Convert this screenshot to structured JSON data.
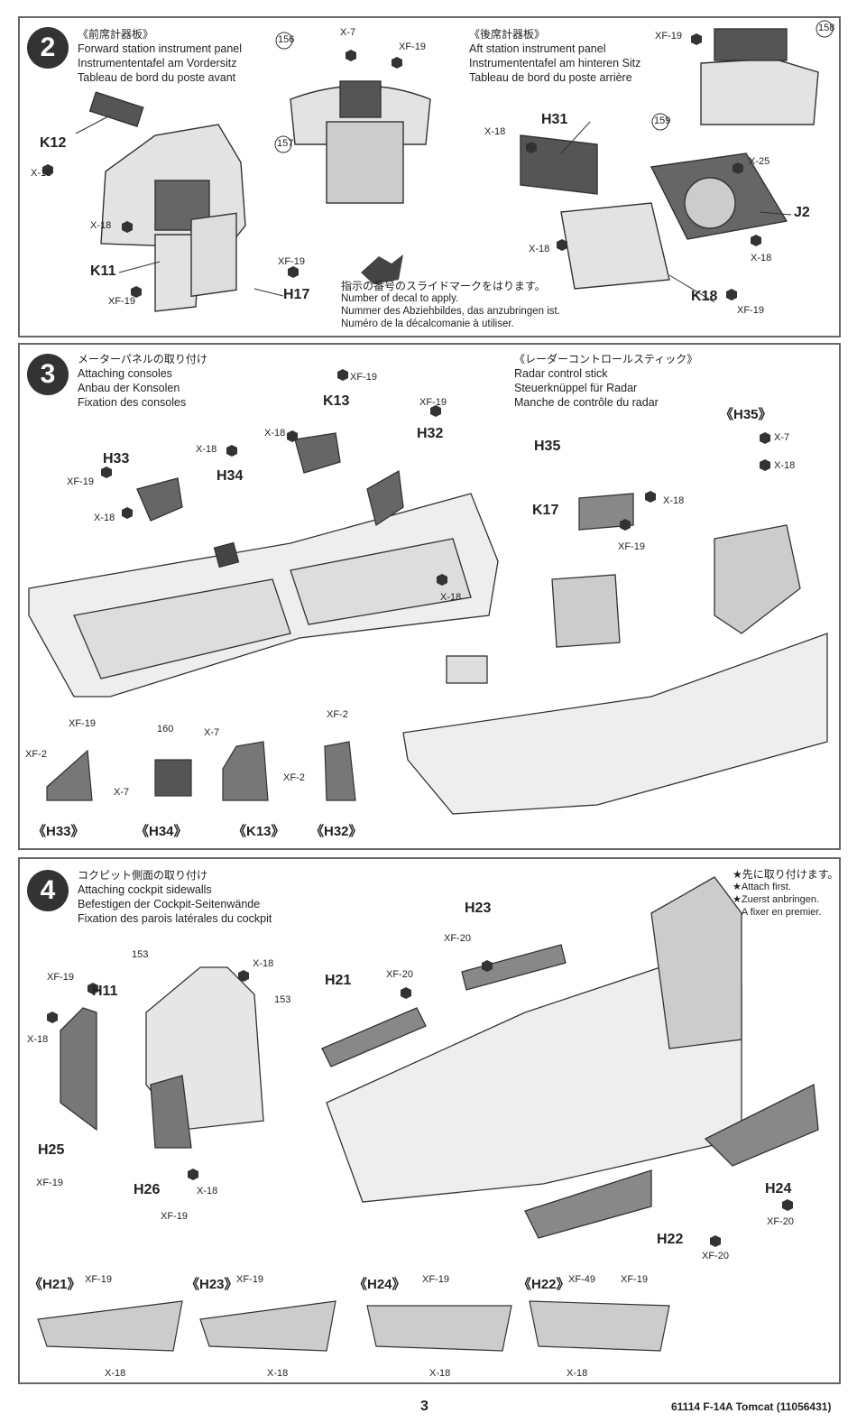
{
  "steps": [
    {
      "number": "2",
      "left_title_jp": "《前席計器板》",
      "left_title": [
        "Forward station instrument panel",
        "Instrumententafel am Vordersitz",
        "Tableau de bord du poste avant"
      ],
      "right_title_jp": "《後席計器板》",
      "right_title": [
        "Aft station instrument panel",
        "Instrumententafel am hinteren Sitz",
        "Tableau de bord du poste arrière"
      ],
      "decal_note": [
        "指示の番号のスライドマークをはります。",
        "Number of decal to apply.",
        "Nummer des Abziehbildes, das anzubringen ist.",
        "Numéro de la décalcomanie à utiliser."
      ],
      "parts": [
        "K12",
        "K11",
        "H17",
        "H31",
        "J2",
        "K18"
      ],
      "paints": [
        "X-18",
        "X-18",
        "XF-19",
        "XF-19",
        "X-7",
        "XF-19",
        "XF-19",
        "X-18",
        "X-25",
        "X-18",
        "X-18",
        "XF-19"
      ],
      "decals": [
        "156",
        "157",
        "158",
        "159"
      ]
    },
    {
      "number": "3",
      "left_title": [
        "メーターパネルの取り付け",
        "Attaching consoles",
        "Anbau der Konsolen",
        "Fixation des consoles"
      ],
      "right_title": [
        "《レーダーコントロールスティック》",
        "Radar control stick",
        "Steuerknüppel für Radar",
        "Manche de contrôle du radar"
      ],
      "parts": [
        "H33",
        "H34",
        "K13",
        "H32",
        "H35",
        "K17"
      ],
      "paints": [
        "XF-19",
        "X-18",
        "X-18",
        "X-18",
        "XF-19",
        "XF-19",
        "X-18",
        "X-7",
        "X-18",
        "X-18",
        "XF-19"
      ],
      "details": [
        "《H33》",
        "《H34》",
        "《K13》",
        "《H32》",
        "《H35》"
      ],
      "detail_paints": [
        "XF-19",
        "XF-2",
        "X-7",
        "X-7",
        "XF-2",
        "XF-2"
      ],
      "decals": [
        "160"
      ]
    },
    {
      "number": "4",
      "left_title": [
        "コクピット側面の取り付け",
        "Attaching cockpit sidewalls",
        "Befestigen der Cockpit-Seitenwände",
        "Fixation des parois latérales du cockpit"
      ],
      "attach_first": [
        "★先に取り付けます。",
        "★Attach first.",
        "★Zuerst anbringen.",
        "★A fixer en premier."
      ],
      "parts": [
        "H11",
        "H25",
        "H26",
        "H21",
        "H23",
        "H22",
        "H24"
      ],
      "paints": [
        "XF-19",
        "X-18",
        "X-18",
        "XF-19",
        "X-18",
        "XF-19",
        "XF-20",
        "XF-20",
        "XF-20",
        "XF-20"
      ],
      "details": [
        "《H21》",
        "《H23》",
        "《H24》",
        "《H22》"
      ],
      "detail_paints": [
        "XF-19",
        "X-18",
        "XF-19",
        "X-18",
        "XF-19",
        "X-18",
        "XF-49",
        "XF-19",
        "X-18"
      ],
      "decals": [
        "153",
        "153"
      ]
    }
  ],
  "footer": {
    "page": "3",
    "product": "61114 F-14A Tomcat (11056431)"
  }
}
